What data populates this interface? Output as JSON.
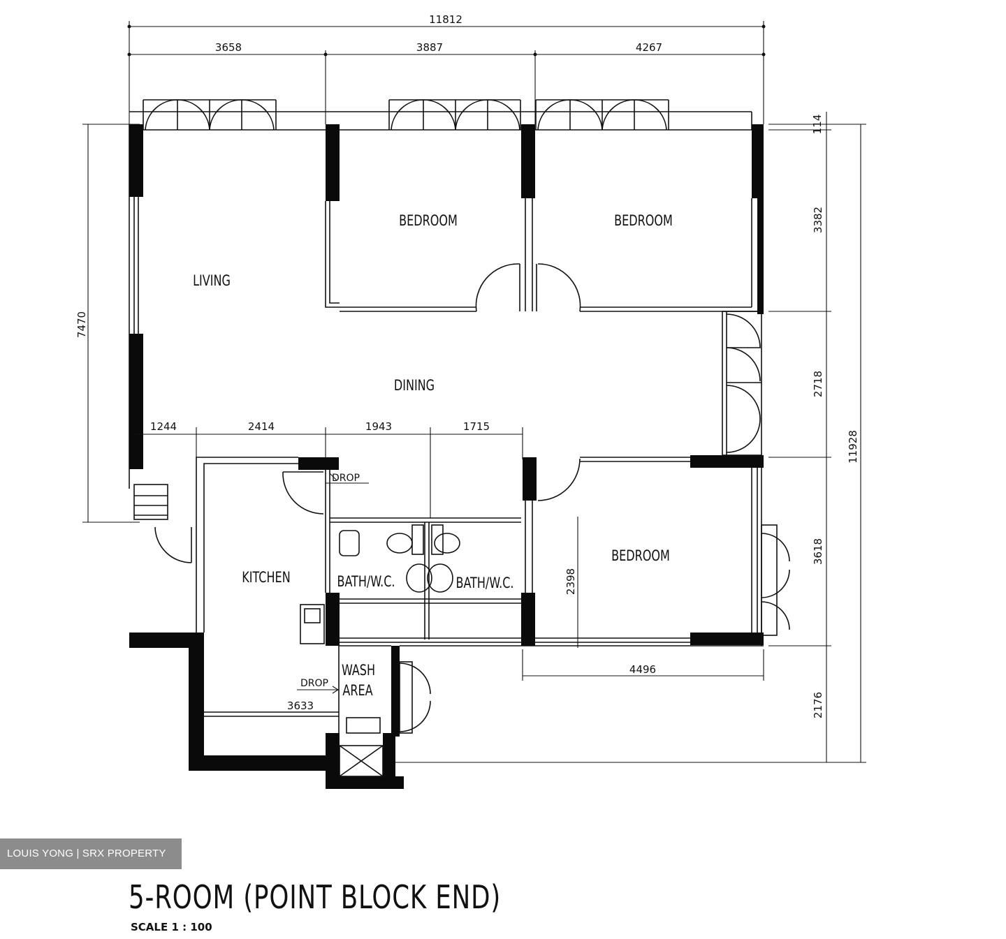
{
  "rooms": {
    "living": "LIVING",
    "bedroom_1": "BEDROOM",
    "bedroom_2": "BEDROOM",
    "bedroom_3": "BEDROOM",
    "dining": "DINING",
    "kitchen": "KITCHEN",
    "bath_1": "BATH/W.C.",
    "bath_2": "BATH/W.C.",
    "wash_area_line1": "WASH",
    "wash_area_line2": "AREA"
  },
  "notes": {
    "drop_top": "DROP",
    "drop_bottom": "DROP"
  },
  "dimensions": {
    "top_total": "11812",
    "top_seg_1": "3658",
    "top_seg_2": "3887",
    "top_seg_3": "4267",
    "left_height": "7470",
    "right_top": "114",
    "right_seg_1": "3382",
    "right_seg_2": "2718",
    "right_seg_3": "3618",
    "right_seg_4": "2176",
    "right_total": "11928",
    "mid_seg_1": "1244",
    "mid_seg_2": "2414",
    "mid_seg_3": "1943",
    "mid_seg_4": "1715",
    "bedroom3_height": "2398",
    "bedroom3_width": "4496",
    "kitchen_width": "3633"
  },
  "watermark": "LOUIS YONG | SRX PROPERTY",
  "title": "5-ROOM (POINT BLOCK END)",
  "scale": "SCALE 1 : 100"
}
